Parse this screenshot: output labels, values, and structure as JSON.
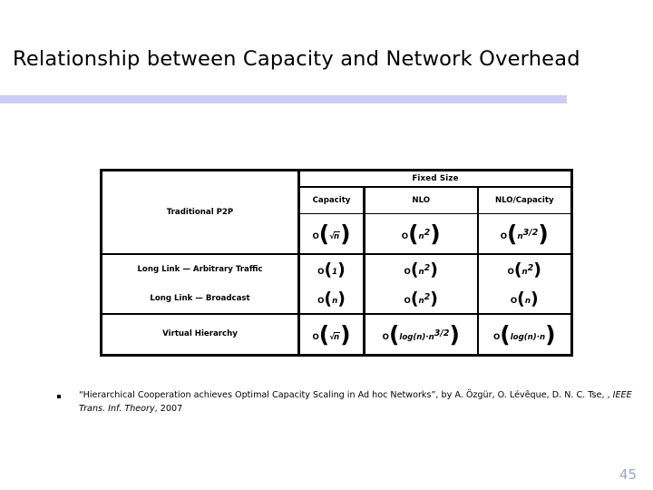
{
  "slide": {
    "title": "Relationship between Capacity and Network Overhead",
    "page_number": "45",
    "rule_color": "#ccccf5",
    "page_number_color": "#9aa7c7"
  },
  "table": {
    "group_header": "Fixed Size",
    "column_headers": [
      "Capacity",
      "NLO",
      "NLO/Capacity"
    ],
    "rows": [
      {
        "label": "Traditional P2P",
        "capacity": "O(√n)",
        "nlo": "O(n²)",
        "ratio": "O(n^3/2)"
      },
      {
        "label": "Long Link — Arbitrary Traffic",
        "capacity": "O(1)",
        "nlo": "O(n²)",
        "ratio": "O(n²)"
      },
      {
        "label": "Long Link — Broadcast",
        "capacity": "O(n)",
        "nlo": "O(n²)",
        "ratio": "O(n)"
      },
      {
        "label": "Virtual Hierarchy",
        "capacity": "O(√n)",
        "nlo": "O(log(n)·n^3/2)",
        "ratio": "O(log(n)·n)"
      }
    ]
  },
  "citation": {
    "bullet": "square-bullet",
    "part1": "“Hierarchical Cooperation achieves Optimal Capacity Scaling in Ad hoc Networks”, by A. Özgür, O. Lévêque, D. N. C. Tse, , ",
    "journal": "IEEE Trans. Inf. Theory",
    "part2": ", 2007"
  }
}
